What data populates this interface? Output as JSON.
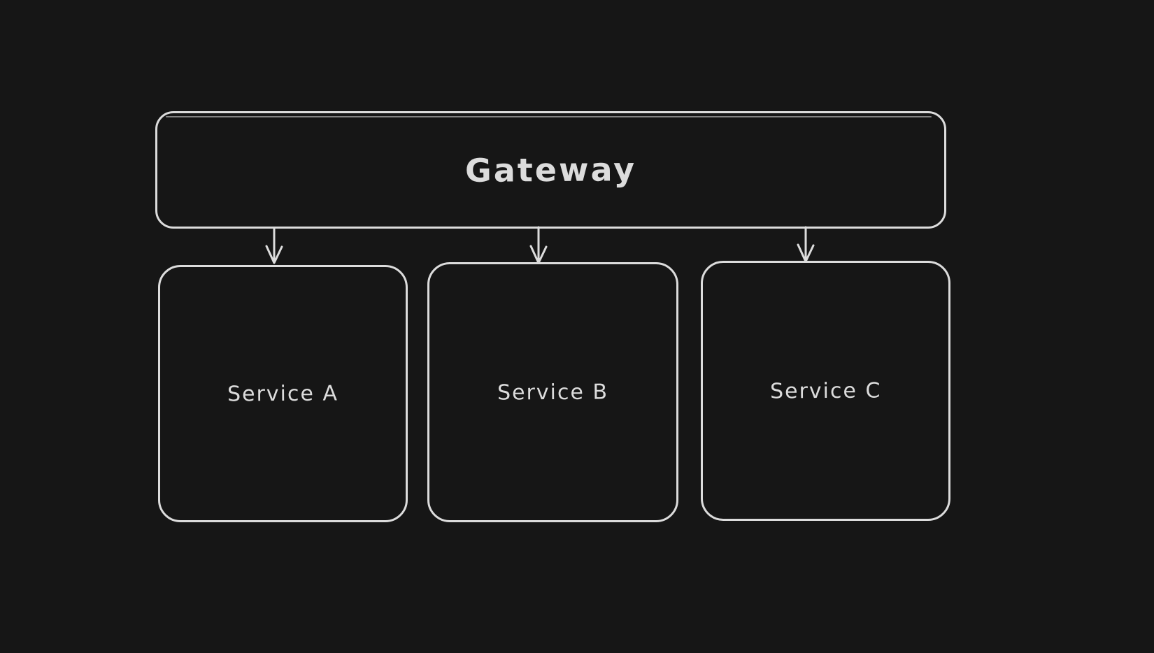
{
  "canvas": {
    "background_color": "#161616",
    "stroke_color": "#dcdcdc",
    "text_color": "#dcdcdc"
  },
  "diagram": {
    "nodes": [
      {
        "id": "gateway",
        "label": "Gateway"
      },
      {
        "id": "service-a",
        "label": "Service A"
      },
      {
        "id": "service-b",
        "label": "Service B"
      },
      {
        "id": "service-c",
        "label": "Service C"
      }
    ],
    "edges": [
      {
        "from": "gateway",
        "to": "service-a",
        "style": "arrow-down"
      },
      {
        "from": "gateway",
        "to": "service-b",
        "style": "arrow-down"
      },
      {
        "from": "gateway",
        "to": "service-c",
        "style": "arrow-down"
      }
    ]
  }
}
